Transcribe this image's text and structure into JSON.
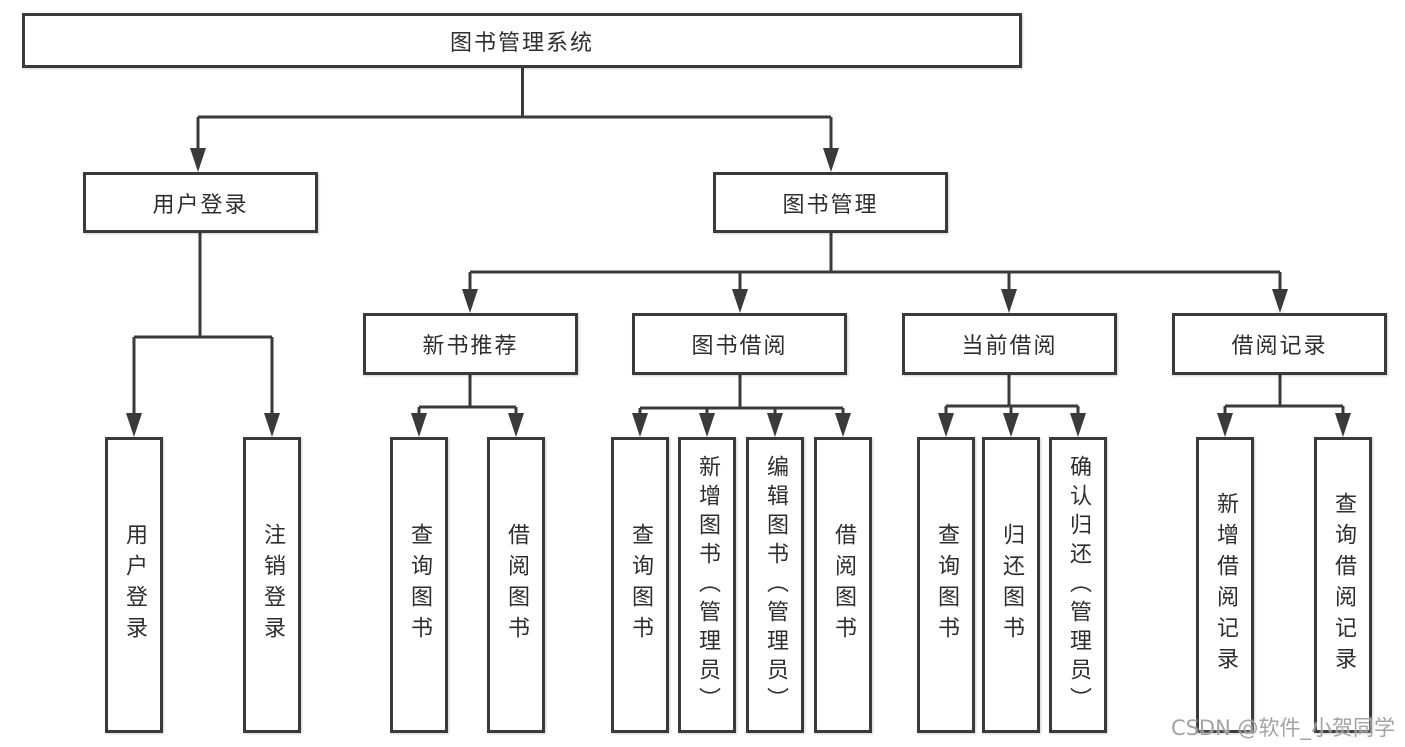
{
  "tree": {
    "label": "图书管理系统",
    "children": [
      {
        "label": "用户登录",
        "children": [
          {
            "label": "用户登录"
          },
          {
            "label": "注销登录"
          }
        ]
      },
      {
        "label": "图书管理",
        "children": [
          {
            "label": "新书推荐",
            "children": [
              {
                "label": "查询图书"
              },
              {
                "label": "借阅图书"
              }
            ]
          },
          {
            "label": "图书借阅",
            "children": [
              {
                "label": "查询图书"
              },
              {
                "label": "新增图书（管理员）"
              },
              {
                "label": "编辑图书（管理员）"
              },
              {
                "label": "借阅图书"
              }
            ]
          },
          {
            "label": "当前借阅",
            "children": [
              {
                "label": "查询图书"
              },
              {
                "label": "归还图书"
              },
              {
                "label": "确认归还（管理员）"
              }
            ]
          },
          {
            "label": "借阅记录",
            "children": [
              {
                "label": "新增借阅记录"
              },
              {
                "label": "查询借阅记录"
              }
            ]
          }
        ]
      }
    ]
  },
  "watermark": {
    "text": "CSDN @软件_小贺同学"
  },
  "colors": {
    "background": "#ffffff",
    "box_background": "#ffffff",
    "border": "#3a3a3a",
    "line": "#3a3a3a",
    "text": "#2e2e2e",
    "watermark": "#969696"
  }
}
